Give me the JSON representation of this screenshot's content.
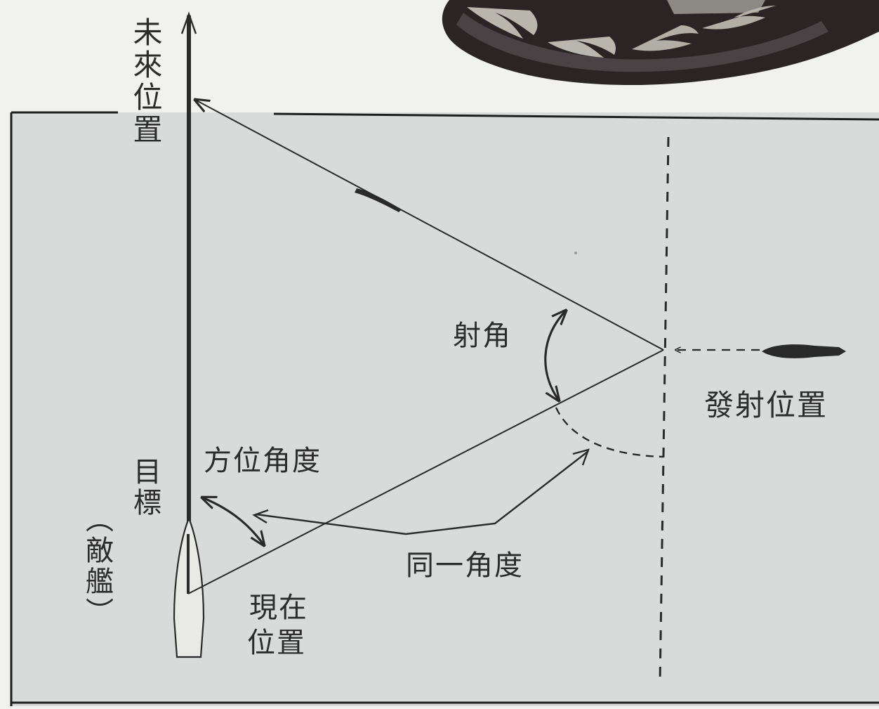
{
  "diagram": {
    "labels": {
      "future_position": "未來位置",
      "target_enemy": "目標（敵艦）",
      "target": "目標",
      "enemy_ship": "（敵艦）",
      "current_position": "現在位置",
      "current_position_line1": "現在",
      "current_position_line2": "位置",
      "bearing_angle": "方位角度",
      "firing_angle": "射角",
      "launch_position": "發射位置",
      "same_angle": "同一角度"
    },
    "colors": {
      "paper": "#f1f1ef",
      "panel": "#d9dbda",
      "ink": "#2a2a2a",
      "cap_dark": "#2b2425",
      "cap_light": "#c9c7bd"
    }
  }
}
